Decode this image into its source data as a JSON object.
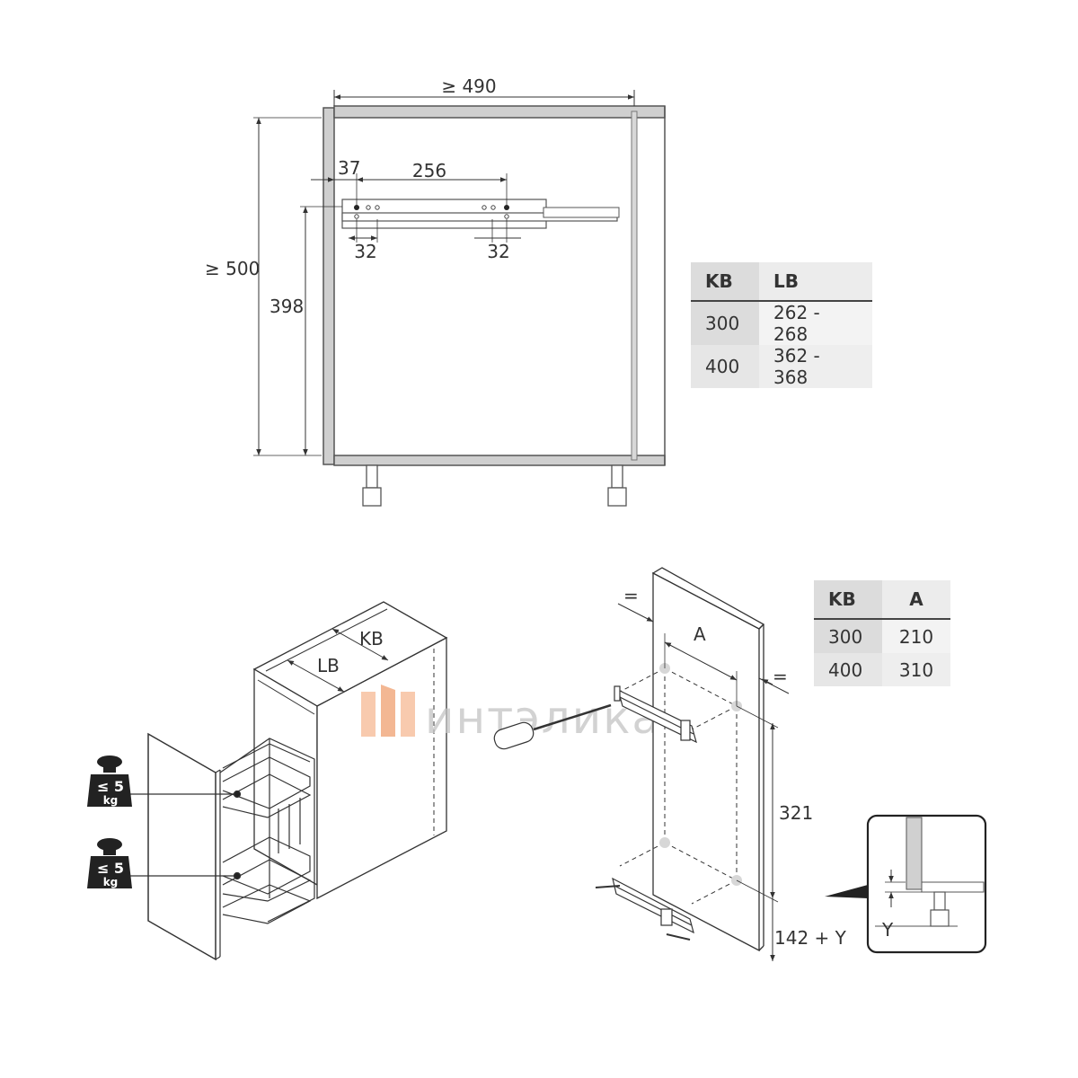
{
  "top_drawing": {
    "width_dim": "≥ 490",
    "height_dim": "≥ 500",
    "rail_height_dim": "398",
    "front_offset_dim": "37",
    "hole_spacing_dim": "256",
    "hole_offset_left_dim": "32",
    "hole_offset_right_dim": "32"
  },
  "table_lb": {
    "headers": [
      "KB",
      "LB"
    ],
    "rows": [
      [
        "300",
        "262 - 268"
      ],
      [
        "400",
        "362 - 368"
      ]
    ]
  },
  "cabinet_iso": {
    "lb_label": "LB",
    "kb_label": "KB",
    "weight_top": {
      "line1": "≤ 5",
      "line2": "kg"
    },
    "weight_bottom": {
      "line1": "≤ 5",
      "line2": "kg"
    }
  },
  "watermark": {
    "text": "интэлика",
    "logo_color": "#f0a070"
  },
  "panel_drawing": {
    "equal_left": "=",
    "equal_right": "=",
    "a_label": "A",
    "vertical_dim": "321",
    "bottom_dim": "142 + Y"
  },
  "table_a": {
    "headers": [
      "KB",
      "A"
    ],
    "rows": [
      [
        "300",
        "210"
      ],
      [
        "400",
        "310"
      ]
    ]
  },
  "detail": {
    "y_label": "Y"
  }
}
